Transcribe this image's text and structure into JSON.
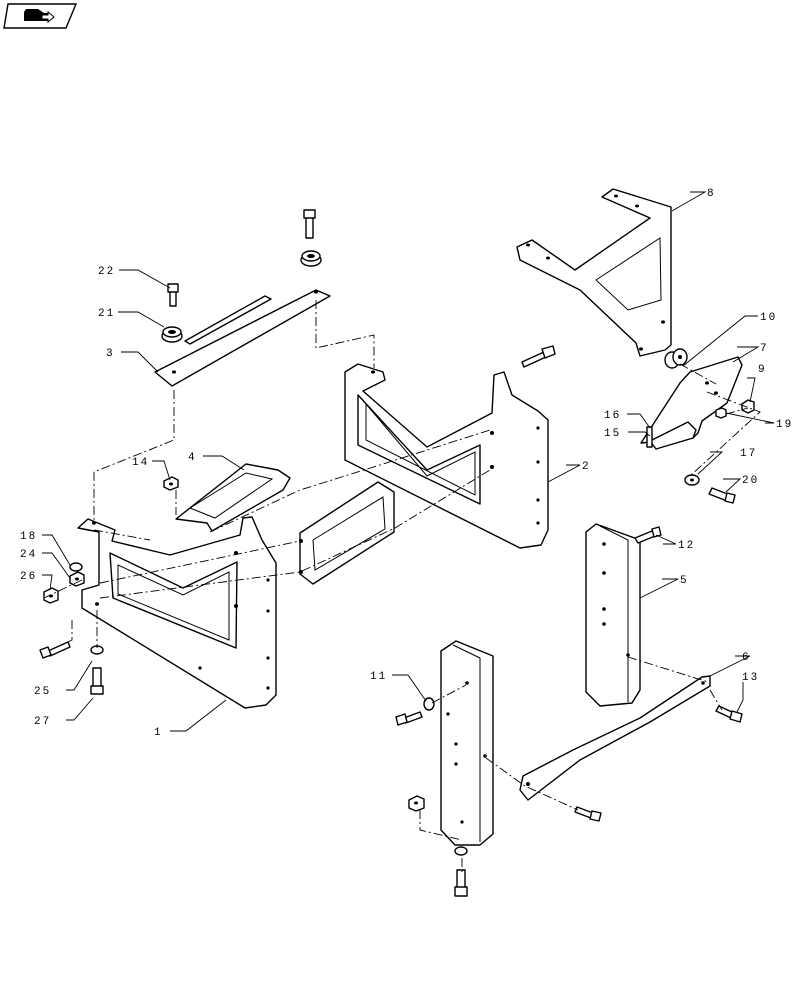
{
  "nav": {
    "icon": "return-arrow-icon"
  },
  "callouts": [
    {
      "id": "c1",
      "label": "1"
    },
    {
      "id": "c2",
      "label": "2"
    },
    {
      "id": "c3",
      "label": "3"
    },
    {
      "id": "c4",
      "label": "4"
    },
    {
      "id": "c5",
      "label": "5"
    },
    {
      "id": "c6",
      "label": "6"
    },
    {
      "id": "c7",
      "label": "7"
    },
    {
      "id": "c8",
      "label": "8"
    },
    {
      "id": "c9",
      "label": "9"
    },
    {
      "id": "c10",
      "label": "10"
    },
    {
      "id": "c11",
      "label": "11"
    },
    {
      "id": "c12",
      "label": "12"
    },
    {
      "id": "c13",
      "label": "13"
    },
    {
      "id": "c14",
      "label": "14"
    },
    {
      "id": "c15",
      "label": "15"
    },
    {
      "id": "c16",
      "label": "16"
    },
    {
      "id": "c17",
      "label": "17"
    },
    {
      "id": "c18",
      "label": "18"
    },
    {
      "id": "c19",
      "label": "19"
    },
    {
      "id": "c20",
      "label": "20"
    },
    {
      "id": "c21",
      "label": "21"
    },
    {
      "id": "c22",
      "label": "22"
    },
    {
      "id": "c24",
      "label": "24"
    },
    {
      "id": "c25",
      "label": "25"
    },
    {
      "id": "c26",
      "label": "26"
    },
    {
      "id": "c27",
      "label": "27"
    }
  ]
}
